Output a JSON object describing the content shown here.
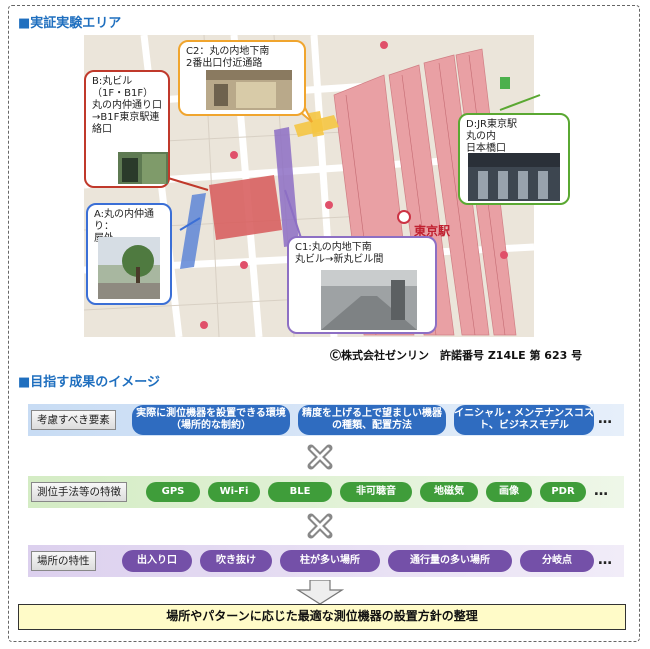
{
  "section1": {
    "title": "■実証実験エリア"
  },
  "callouts": {
    "c2": [
      "C2：丸の内地下南",
      "2番出口付近通路"
    ],
    "b": [
      "B:丸ビル",
      "（1F・B1F）",
      "丸の内仲通り口",
      "→B1F東京駅連",
      "絡口"
    ],
    "d": [
      "D:JR東京駅",
      "丸の内",
      "日本橋口"
    ],
    "a": [
      "A:丸の内仲通り：",
      "屋外"
    ],
    "c1": [
      "C1:丸の内地下南",
      "丸ビル→新丸ビル間"
    ]
  },
  "map_labels": {
    "station": "東京駅"
  },
  "copyright": "Ⓒ株式会社ゼンリン　許諾番号 Z14LE 第 623 号",
  "section2": {
    "title": "■目指す成果のイメージ"
  },
  "rows": [
    {
      "label": "考慮すべき要素",
      "items": [
        "実際に測位機器を設置できる環境（場所的な制約）",
        "精度を上げる上で望ましい機器の種類、配置方法",
        "イニシャル・メンテナンスコスト、ビジネスモデル"
      ],
      "more": "…"
    },
    {
      "label": "測位手法等の特徴",
      "items": [
        "GPS",
        "Wi-Fi",
        "BLE",
        "非可聴音",
        "地磁気",
        "画像",
        "PDR"
      ],
      "more": "…"
    },
    {
      "label": "場所の特性",
      "items": [
        "出入り口",
        "吹き抜け",
        "柱が多い場所",
        "通行量の多い場所",
        "分岐点"
      ],
      "more": "…"
    }
  ],
  "result": "場所やパターンに応じた最適な測位機器の設置方針の整理",
  "colors": {
    "heading": "#1f6fbf",
    "row1_pill": "#2f6cc0",
    "row2_pill": "#3f9d3a",
    "row3_pill": "#7450a8",
    "map_station": "#e9a0a4"
  }
}
